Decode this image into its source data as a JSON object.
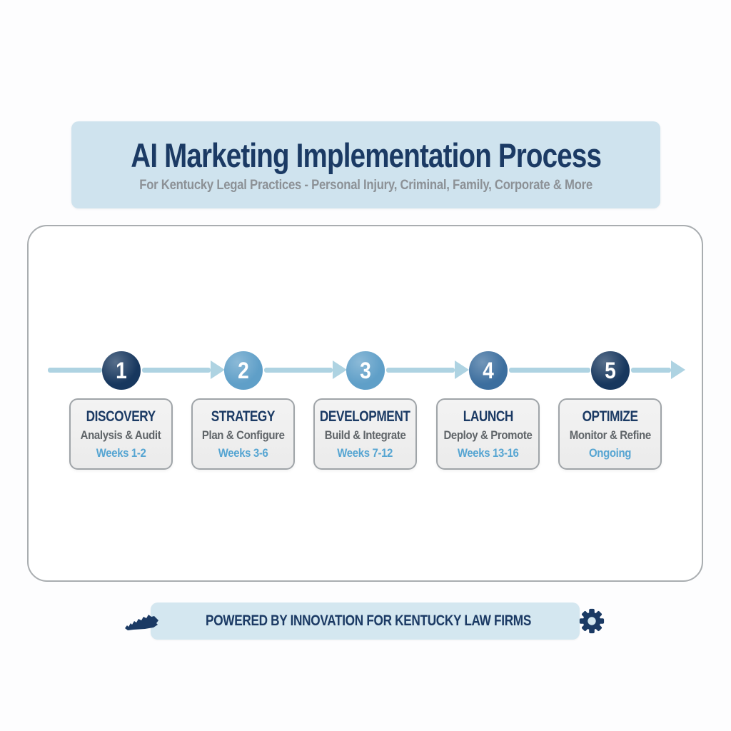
{
  "header": {
    "title": "AI Marketing Implementation Process",
    "subtitle": "For Kentucky Legal Practices - Personal Injury, Criminal, Family, Corporate & More"
  },
  "steps": [
    {
      "number": "1",
      "title": "DISCOVERY",
      "subtitle": "Analysis & Audit",
      "duration": "Weeks 1-2",
      "circle_color": "#17375e"
    },
    {
      "number": "2",
      "title": "STRATEGY",
      "subtitle": "Plan & Configure",
      "duration": "Weeks 3-6",
      "circle_color": "#5f9fc8"
    },
    {
      "number": "3",
      "title": "DEVELOPMENT",
      "subtitle": "Build & Integrate",
      "duration": "Weeks 7-12",
      "circle_color": "#5f9fc8"
    },
    {
      "number": "4",
      "title": "LAUNCH",
      "subtitle": "Deploy & Promote",
      "duration": "Weeks 13-16",
      "circle_color": "#3c6e9e"
    },
    {
      "number": "5",
      "title": "OPTIMIZE",
      "subtitle": "Monitor & Refine",
      "duration": "Ongoing",
      "circle_color": "#17375e"
    }
  ],
  "footer": {
    "text": "POWERED BY INNOVATION FOR KENTUCKY LAW FIRMS",
    "left_icon": "kentucky-state-icon",
    "right_icon": "gear-icon"
  },
  "colors": {
    "header_bg": "#cfe3ee",
    "title_navy": "#1b3a64",
    "subtitle_gray": "#8c9196",
    "container_border": "#a9adb0",
    "arrow": "#aed3e2",
    "circle_dark": "#17375e",
    "circle_light": "#5f9fc8",
    "circle_medium": "#3c6e9e",
    "card_bg": "#f0f0f0",
    "card_border": "#9fa4a8",
    "card_sub": "#5f6468",
    "weeks_blue": "#56a5d2",
    "footer_bg": "#d4e7f0"
  }
}
